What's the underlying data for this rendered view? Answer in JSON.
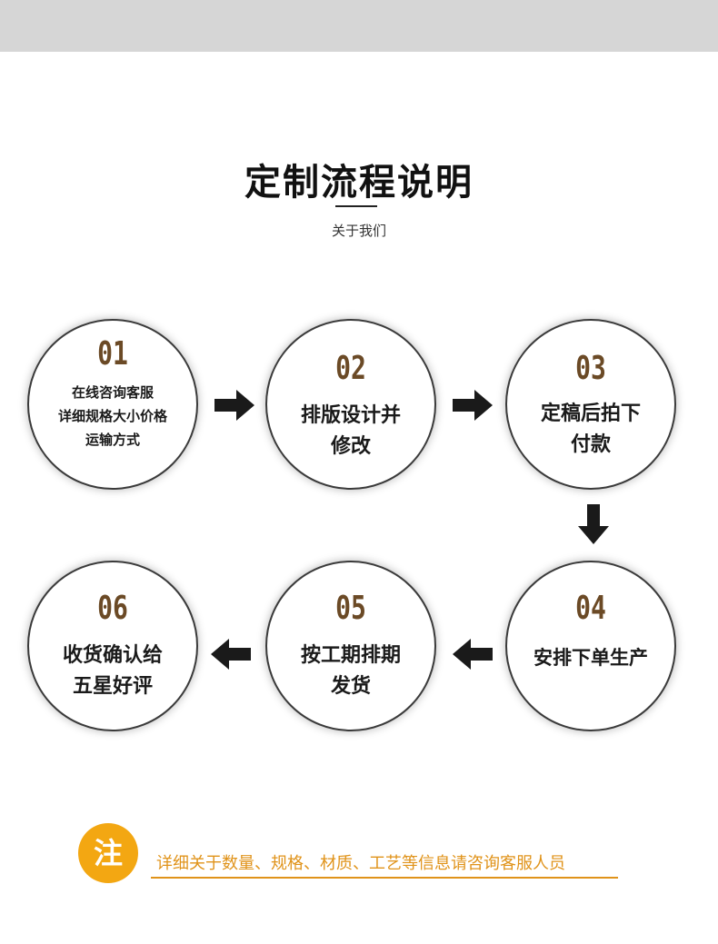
{
  "header": {
    "title": "定制流程说明",
    "subtitle": "关于我们"
  },
  "steps": [
    {
      "number": "01",
      "lines": [
        "在线咨询客服",
        "详细规格大小价格",
        "运输方式"
      ]
    },
    {
      "number": "02",
      "lines": [
        "排版设计并",
        "修改"
      ]
    },
    {
      "number": "03",
      "lines": [
        "定稿后拍下",
        "付款"
      ]
    },
    {
      "number": "04",
      "lines": [
        "安排下单生产"
      ]
    },
    {
      "number": "05",
      "lines": [
        "按工期排期",
        "发货"
      ]
    },
    {
      "number": "06",
      "lines": [
        "收货确认给",
        "五星好评"
      ]
    }
  ],
  "note": {
    "badge": "注",
    "text": "详细关于数量、规格、材质、工艺等信息请咨询客服人员",
    "color": "#f3a712"
  },
  "colors": {
    "number": "#6b4a26",
    "arrow": "#1a1a1a",
    "band": "#d6d6d6"
  },
  "icons": [
    "arrow-right-icon",
    "arrow-down-icon",
    "arrow-left-icon"
  ]
}
